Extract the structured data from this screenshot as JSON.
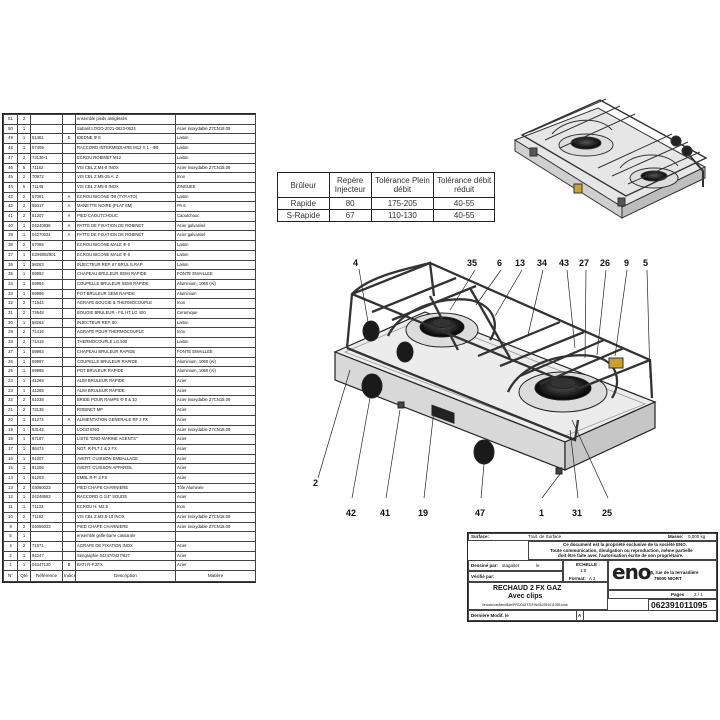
{
  "parts_list": {
    "headers": [
      "N°",
      "Qté",
      "Référence",
      "Indice",
      "Description",
      "Matière"
    ],
    "rows": [
      [
        "51",
        "2",
        "",
        "",
        "ensemble pieds antiglissès",
        ""
      ],
      [
        "50",
        "1",
        "",
        "",
        "Sabarit LOGO-2021-0623-0624",
        "Acier inoxydable Z7CN18.09"
      ],
      [
        "49",
        "1",
        "51461",
        "E",
        "BIEDNE Φ 8",
        "Laiton"
      ],
      [
        "48",
        "1",
        "57409",
        "",
        "RACCORD INTERMEDIAIRE M12 X 1 - Φ8",
        "Laiton"
      ],
      [
        "47",
        "2",
        "72136-1",
        "",
        "ECROU ROBINET M12",
        "Laiton"
      ],
      [
        "46",
        "5",
        "71162",
        "",
        "VIS CBL Z.M4-8 INOX",
        "Acier inoxydable Z7CN18.09"
      ],
      [
        "45",
        "2",
        "70972",
        "",
        "VIS CBL Z.M5-25 A. Z",
        "Inox"
      ],
      [
        "44",
        "5",
        "71145",
        "",
        "VIS CBL Z.M5-8 INOX",
        "ZINGUEE"
      ],
      [
        "43",
        "2",
        "57091",
        "A",
        "ECROU BICONE Φ8 (TYP.ATO)",
        "Laiton"
      ],
      [
        "42",
        "2",
        "55017",
        "A",
        "MANETTE NOIRE (PLAT 6M)",
        "PA 6"
      ],
      [
        "41",
        "2",
        "51207",
        "A",
        "PIED CAOUTCHOUC",
        "Caoutchouc"
      ],
      [
        "40",
        "1",
        "04240836",
        "A",
        "PATTE DE FIXATION DE ROBINET",
        "Acier galvanisé"
      ],
      [
        "39",
        "1",
        "04270024",
        "A",
        "PATTE DE FIXATION DE ROBINET",
        "Acier galvanisé"
      ],
      [
        "38",
        "2",
        "57055",
        "",
        "ECROU BICONE MALE Φ 6",
        "Laiton"
      ],
      [
        "37",
        "1",
        "E299062901",
        "",
        "ECROU BICONE MALE Φ 6",
        "Laiton"
      ],
      [
        "36",
        "1",
        "58263",
        "",
        "INJECTEUR REP. 67 BRUL S.RAP",
        "Laiton"
      ],
      [
        "35",
        "1",
        "59992",
        "",
        "CHAPEAU BRULEUR SEMI RAPIDE",
        "FONTE EMAILLEE"
      ],
      [
        "34",
        "1",
        "59994",
        "",
        "COUPELLE BRULEUR SEMI RAPIDE",
        "Aluminium, 1060 (Al)"
      ],
      [
        "33",
        "1",
        "59996",
        "",
        "POT BRULEUR SEMI RAPIDE",
        "Aluminium"
      ],
      [
        "32",
        "2",
        "71544",
        "",
        "AGRAFE BOUGIE & THERMOCOUPLE",
        "Inox"
      ],
      [
        "31",
        "2",
        "72648",
        "",
        "BOUGIE BRULEUR - FIL HT LG 400",
        "Ceramique"
      ],
      [
        "30",
        "1",
        "58264",
        "",
        "INJECTEUR REP. 80",
        "Laiton"
      ],
      [
        "29",
        "2",
        "71416",
        "",
        "AGRAFE POUR THERMOCOUPLE",
        "Inox"
      ],
      [
        "28",
        "2",
        "71415",
        "",
        "THERMOCOUPLE LG.500",
        "Laiton"
      ],
      [
        "27",
        "1",
        "59993",
        "",
        "CHAPEAU BRULEUR RAPIDE",
        "FONTE EMAILLEE"
      ],
      [
        "26",
        "1",
        "59997",
        "",
        "COUPELLE BRULEUR RAPIDE",
        "Aluminium, 1060 (Al)"
      ],
      [
        "25",
        "1",
        "59995",
        "",
        "POT BRULEUR RAPIDE",
        "Aluminium, 1060 (Al)"
      ],
      [
        "24",
        "1",
        "41269",
        "",
        "ALIM BRULEUR RAPIDE",
        "Acier"
      ],
      [
        "23",
        "1",
        "41268",
        "",
        "ALIM BRULEUR RAPIDE",
        "Acier"
      ],
      [
        "22",
        "2",
        "61038",
        "",
        "BRIDE POUR RAMPE Φ 8 & 10",
        "Acier inoxydable Z7CN18.09"
      ],
      [
        "21",
        "2",
        "72135",
        "",
        "ROBINET MP",
        "Acier"
      ],
      [
        "20",
        "1",
        "61274",
        "A",
        "ALIMENTATION GENERALE RF 2 FX",
        "Acier"
      ],
      [
        "19",
        "1",
        "53142",
        "",
        "LOGO ENO",
        "Acier inoxydable Z7CN18.09"
      ],
      [
        "18",
        "1",
        "67197",
        "",
        "LISTE \"ENO MARINE AGENTS\"",
        "Acier"
      ],
      [
        "17",
        "1",
        "86474",
        "",
        "NOT. R-PLT 1 & 2 FX",
        "Acier"
      ],
      [
        "16",
        "1",
        "91207",
        "",
        "AVERT. CUISSON EMBALLAGE",
        "Acier"
      ],
      [
        "15",
        "1",
        "91206",
        "",
        "AVERT. CUISSON APPAREIL",
        "Acier"
      ],
      [
        "14",
        "1",
        "61203",
        "",
        "EMBL R-P. 2 FX",
        "Acier"
      ],
      [
        "13",
        "2",
        "03060023",
        "",
        "PIED CHAPE CHARNIERE",
        "Tôle Aluminée"
      ],
      [
        "12",
        "1",
        "04248663",
        "",
        "RACCORD G 1/4\" SOUDE",
        "Acier"
      ],
      [
        "11",
        "1",
        "71133",
        "",
        "ECROU H. M2.5",
        "Inox"
      ],
      [
        "10",
        "2",
        "71192",
        "",
        "VIS CBL Z.M2.5-10 INOX",
        "Acier inoxydable Z7CN18.09"
      ],
      [
        "9",
        "2",
        "04055023",
        "",
        "PIED CHAPE CHARNIERE",
        "Acier inoxydable Z7CN18.09"
      ],
      [
        "5",
        "1",
        "",
        "",
        "ensemble grille-barre cassarole",
        ""
      ],
      [
        "4",
        "2",
        "71571",
        "",
        "AGRAFE DE FIXATION INOX",
        "Acier"
      ],
      [
        "2",
        "1",
        "94247",
        "",
        "Sérigraphie 04247/0427/627",
        "Acier"
      ],
      [
        "1",
        "1",
        "04247120",
        "B",
        "BATI R-P.2FX",
        "Acier"
      ]
    ]
  },
  "burner_table": {
    "headers": [
      "Brûleur",
      "Repère Injecteur",
      "Tolérance Plein débit",
      "Tolérance débit réduit"
    ],
    "rows": [
      [
        "Rapide",
        "80",
        "175-205",
        "40-55"
      ],
      [
        "S-Rapide",
        "67",
        "110-130",
        "40-55"
      ]
    ]
  },
  "callouts": {
    "top": [
      "4",
      "35",
      "6",
      "13",
      "34",
      "43",
      "27",
      "26",
      "9",
      "5"
    ],
    "bottom": [
      "2",
      "42",
      "41",
      "19",
      "47",
      "1",
      "31",
      "25"
    ]
  },
  "title_block": {
    "surface_label": "Surface:",
    "surface_value": "Trait. de Surface",
    "mass_label": "Masse:",
    "mass_value": "0,000 kg",
    "notice_line1": "Ce document est la propriété exclusive de la société ENO.",
    "notice_line2": "Toute communication, divulgation ou reproduction, même partielle",
    "notice_line3": "doit être faite avec l'autorisation écrite de son propriétaire.",
    "drawn_label": "Dessiné par:",
    "drawn_value": "stagaitet",
    "checked_label": "Vérifié par:",
    "checked_value": "le",
    "scale_label": "ECHELLE :",
    "scale_value": "1:5",
    "format_label": "Format:",
    "format_value": "A 2",
    "brand": "eno",
    "address_line1": "95, rue de la terrasdière",
    "address_line2": "79000 NIORT",
    "pages_label": "Pages",
    "pages_value": "2 / 1",
    "title_line1": "RECHAUD 2 FX GAZ",
    "title_line2": "Avec clips",
    "file_path": "\\\\enodc\\cad\\enoBde\\PRODUITS\\FIN\\062391011095.smb",
    "drawing_number": "062391011095",
    "last_modified_label": "Dernière Modif. le",
    "revision": "A"
  }
}
